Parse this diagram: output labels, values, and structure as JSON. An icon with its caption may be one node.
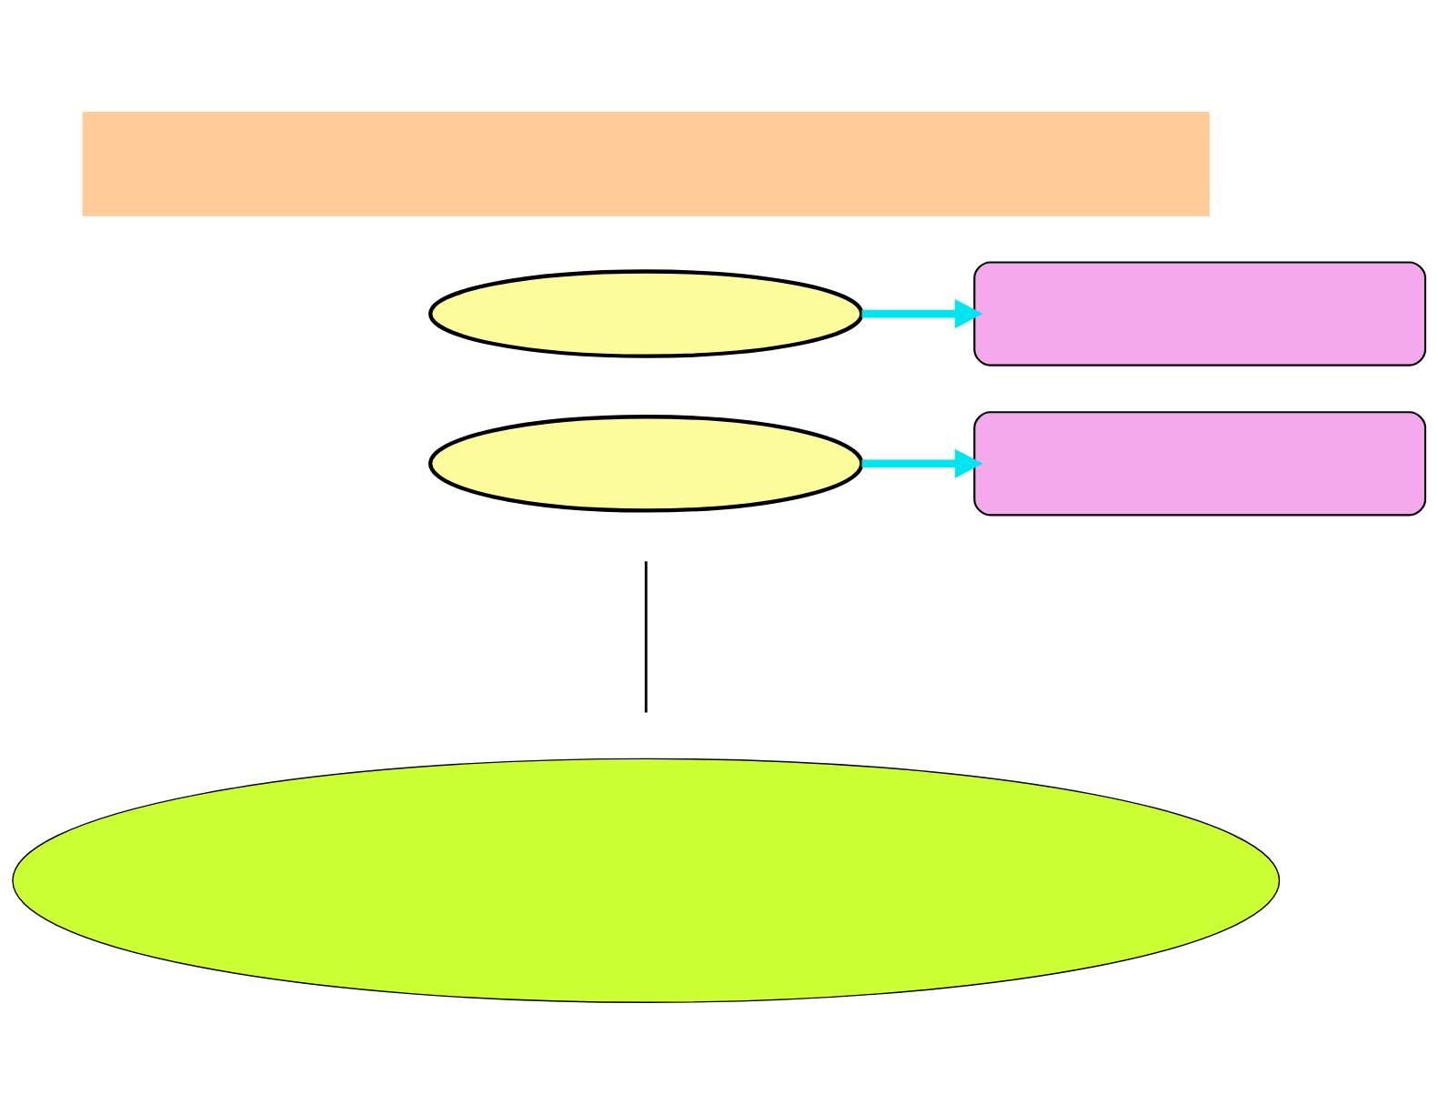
{
  "diagram": {
    "nodes": [
      {
        "text": [],
        "shape": "box"
      },
      {
        "text": [],
        "shape": "ellipse"
      },
      {
        "text": [],
        "shape": "ellipse"
      },
      {
        "text": [],
        "shape": "box"
      },
      {
        "text": [],
        "shape": "box"
      },
      {
        "text": [],
        "shape": "ellipse"
      }
    ],
    "edges": [
      {
        "from": 1,
        "to": 3,
        "arrow": "to"
      },
      {
        "from": 2,
        "to": 4,
        "arrow": "to"
      }
    ]
  }
}
